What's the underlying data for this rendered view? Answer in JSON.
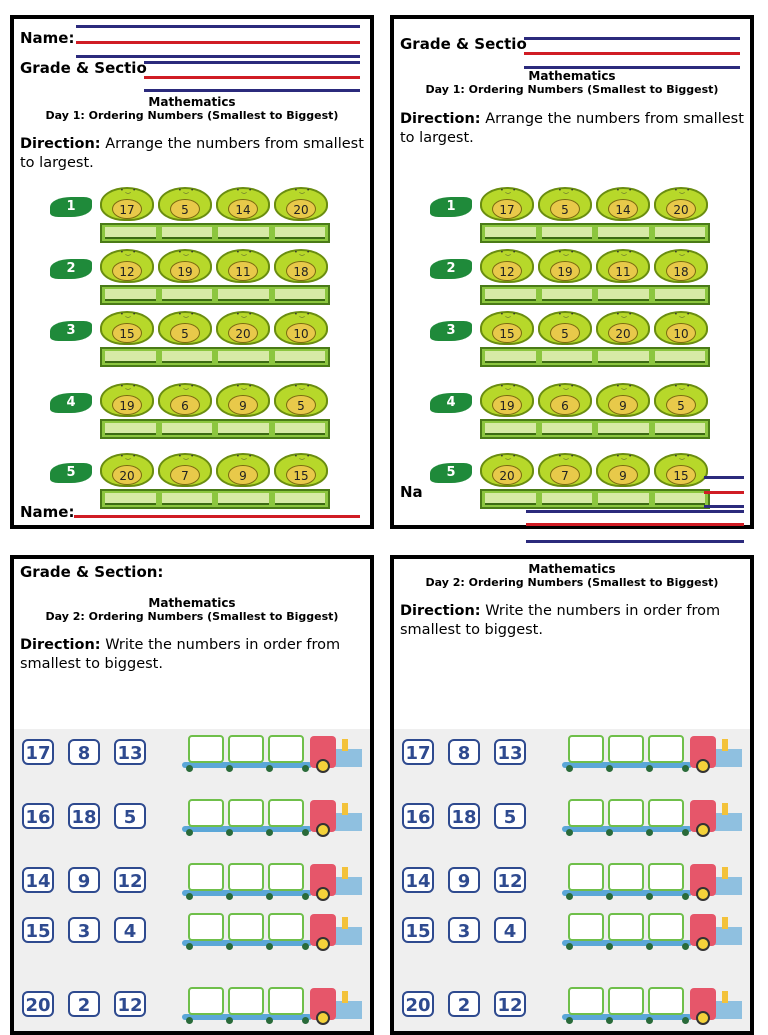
{
  "labels": {
    "name": "Name:",
    "grade_section_trunc": "Grade & Sectio",
    "grade_section": "Grade & Section:",
    "name_trunc": "Na"
  },
  "subject": "Mathematics",
  "day1": {
    "title": "Day 1: Ordering Numbers (Smallest to Biggest)",
    "direction_label": "Direction:",
    "direction_text": "Arrange the numbers from smallest to largest."
  },
  "day2": {
    "title": "Day 2: Ordering Numbers (Smallest to Biggest)",
    "direction_label": "Direction:",
    "direction_text": "Write the numbers in order from smallest to biggest."
  },
  "day1_items": [
    {
      "n": "1",
      "nums": [
        "17",
        "5",
        "14",
        "20"
      ]
    },
    {
      "n": "2",
      "nums": [
        "12",
        "19",
        "11",
        "18"
      ]
    },
    {
      "n": "3",
      "nums": [
        "15",
        "5",
        "20",
        "10"
      ]
    },
    {
      "n": "4",
      "nums": [
        "19",
        "6",
        "9",
        "5"
      ]
    },
    {
      "n": "5",
      "nums": [
        "20",
        "7",
        "9",
        "15"
      ]
    }
  ],
  "day2_items": [
    [
      "17",
      "8",
      "13"
    ],
    [
      "16",
      "18",
      "5"
    ],
    [
      "14",
      "9",
      "12"
    ],
    [
      "15",
      "3",
      "4"
    ],
    [
      "20",
      "2",
      "12"
    ]
  ],
  "colors": {
    "red": "#d01c24",
    "blue": "#2b2a7c",
    "pear": "#b7d82a",
    "box_border": "#2e4a8f"
  }
}
